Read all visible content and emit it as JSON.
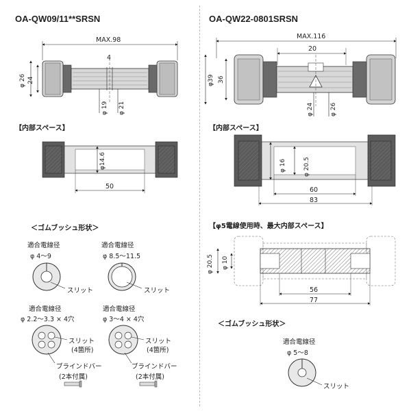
{
  "left": {
    "title": "OA-QW09/11**SRSN",
    "dims": {
      "max": "MAX.98",
      "w4": "4",
      "d26": "φ 26",
      "d24": "24",
      "d19": "φ 19",
      "d21": "φ 21"
    },
    "inner": {
      "heading": "【内部スペース】",
      "d": "φ14.6",
      "len": "50"
    },
    "grommet": {
      "heading": "＜ゴムブッシュ形状＞",
      "items": [
        {
          "title": "適合電線径",
          "range": "φ 4～9",
          "slit": "スリット"
        },
        {
          "title": "適合電線径",
          "range": "φ 8.5～11.5",
          "slit": "スリット"
        },
        {
          "title": "適合電線径",
          "range": "φ 2.2～3.3 × 4穴",
          "slit": "スリット",
          "slit_count": "(4箇所)",
          "bar": "ブラインドバー",
          "bar_count": "(2本付属)"
        },
        {
          "title": "適合電線径",
          "range": "φ 3～4 × 4穴",
          "slit": "スリット",
          "slit_count": "(4箇所)",
          "bar": "ブラインドバー",
          "bar_count": "(2本付属)"
        }
      ]
    }
  },
  "right": {
    "title": "OA-QW22-0801SRSN",
    "dims": {
      "max": "MAX.116",
      "w20": "20",
      "d39": "φ39",
      "d36": "36",
      "d24": "φ 24",
      "d26": "φ 26"
    },
    "inner": {
      "heading": "【内部スペース】",
      "d16": "φ 16",
      "d20": "φ 20.5",
      "len60": "60",
      "len83": "83"
    },
    "max_inner": {
      "heading": "【φ5電線使用時、最大内部スペース】",
      "d20": "φ 20.5",
      "d10": "φ 10",
      "len56": "56",
      "len77": "77"
    },
    "grommet": {
      "heading": "＜ゴムブッシュ形状＞",
      "title": "適合電線径",
      "range": "φ 5～8",
      "slit": "スリット"
    }
  },
  "colors": {
    "body": "#c9c9c9",
    "dark": "#5b5b5b",
    "hatch": "#8a8a8a",
    "line": "#222222"
  }
}
